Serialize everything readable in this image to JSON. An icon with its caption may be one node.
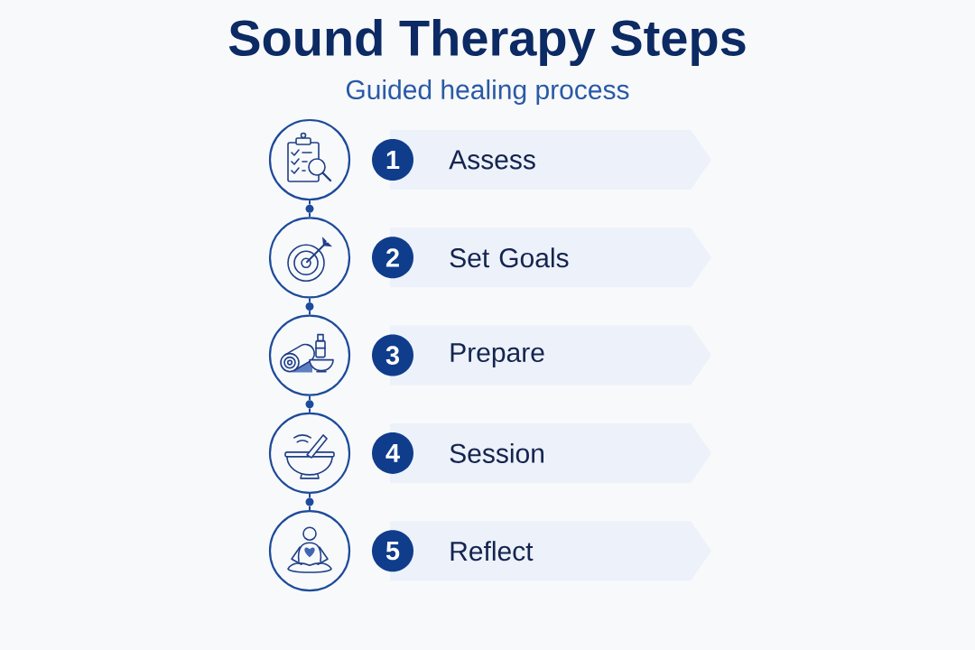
{
  "diagram": {
    "title": "Sound Therapy Steps",
    "nodes": [
      {
        "text": [],
        "shape": "circle"
      },
      {
        "text": [
          "1"
        ]
      },
      {
        "text": [
          "Assess"
        ]
      },
      {
        "text": [],
        "shape": "circle"
      },
      {
        "text": [],
        "shape": "circle"
      },
      {
        "text": [
          "2"
        ]
      },
      {
        "text": [
          "Set Goals"
        ]
      },
      {
        "text": [],
        "shape": "circle"
      },
      {
        "text": [],
        "shape": "circle"
      },
      {
        "text": [
          "3"
        ]
      },
      {
        "text": [
          "Prepare"
        ]
      },
      {
        "text": [],
        "shape": "circle"
      },
      {
        "text": [],
        "shape": "circle"
      },
      {
        "text": [
          "4"
        ]
      },
      {
        "text": [
          "Session"
        ]
      },
      {
        "text": [],
        "shape": "circle"
      },
      {
        "text": [],
        "shape": "circle"
      },
      {
        "text": [
          "5"
        ]
      },
      {
        "text": [
          "Reflect"
        ]
      }
    ],
    "edges": [
      {
        "from": 0,
        "to": 3,
        "arrow": "none"
      },
      {
        "from": 3,
        "to": 4,
        "arrow": "none"
      },
      {
        "from": 4,
        "to": 7,
        "arrow": "none"
      },
      {
        "from": 7,
        "to": 8,
        "arrow": "none"
      },
      {
        "from": 8,
        "to": 11,
        "arrow": "none"
      },
      {
        "from": 11,
        "to": 12,
        "arrow": "none"
      },
      {
        "from": 12,
        "to": 15,
        "arrow": "none"
      },
      {
        "from": 15,
        "to": 16,
        "arrow": "none"
      }
    ],
    "labels": [
      "Guided healing process"
    ]
  }
}
